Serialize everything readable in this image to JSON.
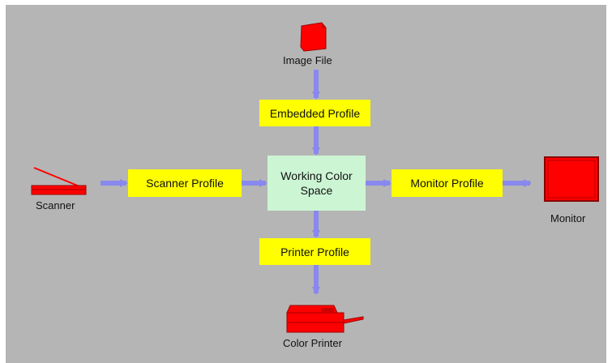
{
  "nodes": {
    "image_file": "Image File",
    "embedded_profile": "Embedded Profile",
    "working_space": "Working Color Space",
    "scanner_profile": "Scanner Profile",
    "monitor_profile": "Monitor Profile",
    "printer_profile": "Printer Profile",
    "scanner": "Scanner",
    "monitor": "Monitor",
    "color_printer": "Color Printer"
  },
  "colors": {
    "background": "#b5b5b5",
    "profile_box": "#ffff00",
    "working_space_box": "#ccf5d4",
    "device_red": "#ff0000",
    "arrow": "#8888ee"
  },
  "icons": [
    "image-file-icon",
    "scanner-icon",
    "monitor-icon",
    "printer-icon"
  ]
}
